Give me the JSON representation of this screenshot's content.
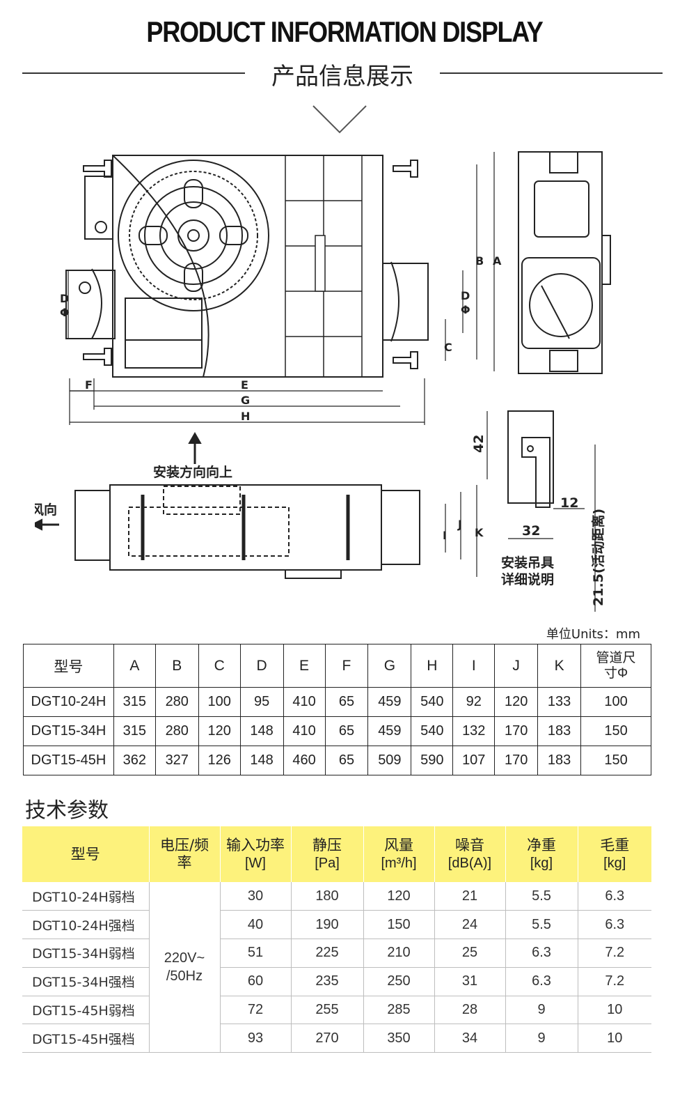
{
  "header": {
    "title_en": "PRODUCT INFORMATION DISPLAY",
    "title_zh": "产品信息展示"
  },
  "drawing": {
    "letters": [
      "A",
      "B",
      "C",
      "D",
      "Φ",
      "D",
      "Φ",
      "E",
      "F",
      "G",
      "H",
      "I",
      "J",
      "K"
    ],
    "install_direction": "安装方向向上",
    "wind_direction": "风向",
    "hanger_dims": [
      "42",
      "12",
      "32"
    ],
    "hanger_note_1": "安装吊具",
    "hanger_note_2": "详细说明",
    "movable_distance": "21.5(活动距离)"
  },
  "unit_label": "单位Units：mm",
  "dimension_table": {
    "headers": [
      "型号",
      "A",
      "B",
      "C",
      "D",
      "E",
      "F",
      "G",
      "H",
      "I",
      "J",
      "K",
      "管道尺寸Φ"
    ],
    "pipe_header_line1": "管道尺",
    "pipe_header_line2": "寸Φ",
    "rows": [
      [
        "DGT10-24H",
        "315",
        "280",
        "100",
        "95",
        "410",
        "65",
        "459",
        "540",
        "92",
        "120",
        "133",
        "100"
      ],
      [
        "DGT15-34H",
        "315",
        "280",
        "120",
        "148",
        "410",
        "65",
        "459",
        "540",
        "132",
        "170",
        "183",
        "150"
      ],
      [
        "DGT15-45H",
        "362",
        "327",
        "126",
        "148",
        "460",
        "65",
        "509",
        "590",
        "107",
        "170",
        "183",
        "150"
      ]
    ]
  },
  "tech_title": "技术参数",
  "tech_table": {
    "headers": [
      {
        "line1": "型号",
        "line2": ""
      },
      {
        "line1": "电压/频",
        "line2": "率"
      },
      {
        "line1": "输入功率",
        "line2": "[W]"
      },
      {
        "line1": "静压",
        "line2": "[Pa]"
      },
      {
        "line1": "风量",
        "line2": "[m³/h]"
      },
      {
        "line1": "噪音",
        "line2": "[dB(A)]"
      },
      {
        "line1": "净重",
        "line2": "[kg]"
      },
      {
        "line1": "毛重",
        "line2": "[kg]"
      }
    ],
    "voltage_line1": "220V~",
    "voltage_line2": "/50Hz",
    "rows": [
      {
        "model": "DGT10-24H弱档",
        "power": "30",
        "pressure": "180",
        "airflow": "120",
        "noise": "21",
        "net": "5.5",
        "gross": "6.3"
      },
      {
        "model": "DGT10-24H强档",
        "power": "40",
        "pressure": "190",
        "airflow": "150",
        "noise": "24",
        "net": "5.5",
        "gross": "6.3"
      },
      {
        "model": "DGT15-34H弱档",
        "power": "51",
        "pressure": "225",
        "airflow": "210",
        "noise": "25",
        "net": "6.3",
        "gross": "7.2"
      },
      {
        "model": "DGT15-34H强档",
        "power": "60",
        "pressure": "235",
        "airflow": "250",
        "noise": "31",
        "net": "6.3",
        "gross": "7.2"
      },
      {
        "model": "DGT15-45H弱档",
        "power": "72",
        "pressure": "255",
        "airflow": "285",
        "noise": "28",
        "net": "9",
        "gross": "10"
      },
      {
        "model": "DGT15-45H强档",
        "power": "93",
        "pressure": "270",
        "airflow": "350",
        "noise": "34",
        "net": "9",
        "gross": "10"
      }
    ]
  },
  "colors": {
    "header_yellow": "#fdf27c",
    "line_dark": "#222222"
  }
}
